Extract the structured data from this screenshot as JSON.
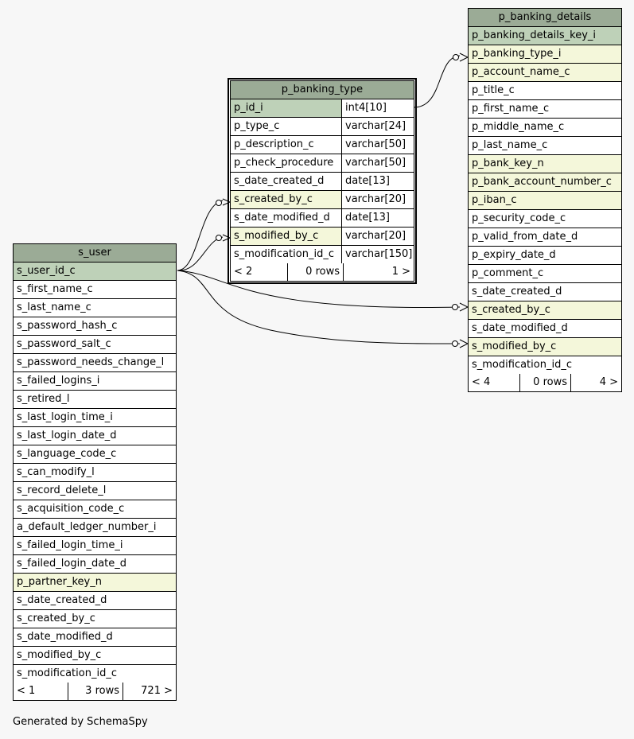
{
  "tables": {
    "p_banking_type": {
      "name": "p_banking_type",
      "columns": [
        {
          "name": "p_id_i",
          "type": "int4[10]",
          "key": "pk"
        },
        {
          "name": "p_type_c",
          "type": "varchar[24]",
          "key": ""
        },
        {
          "name": "p_description_c",
          "type": "varchar[50]",
          "key": ""
        },
        {
          "name": "p_check_procedure",
          "type": "varchar[50]",
          "key": ""
        },
        {
          "name": "s_date_created_d",
          "type": "date[13]",
          "key": ""
        },
        {
          "name": "s_created_by_c",
          "type": "varchar[20]",
          "key": "fk"
        },
        {
          "name": "s_date_modified_d",
          "type": "date[13]",
          "key": ""
        },
        {
          "name": "s_modified_by_c",
          "type": "varchar[20]",
          "key": "fk"
        },
        {
          "name": "s_modification_id_c",
          "type": "varchar[150]",
          "key": ""
        }
      ],
      "footer": {
        "parents": "< 2",
        "rows": "0 rows",
        "children": "1 >"
      }
    },
    "p_banking_details": {
      "name": "p_banking_details",
      "columns": [
        {
          "name": "p_banking_details_key_i",
          "key": "pk"
        },
        {
          "name": "p_banking_type_i",
          "key": "fk"
        },
        {
          "name": "p_account_name_c",
          "key": "fk"
        },
        {
          "name": "p_title_c",
          "key": ""
        },
        {
          "name": "p_first_name_c",
          "key": ""
        },
        {
          "name": "p_middle_name_c",
          "key": ""
        },
        {
          "name": "p_last_name_c",
          "key": ""
        },
        {
          "name": "p_bank_key_n",
          "key": "fk"
        },
        {
          "name": "p_bank_account_number_c",
          "key": "fk"
        },
        {
          "name": "p_iban_c",
          "key": "fk"
        },
        {
          "name": "p_security_code_c",
          "key": ""
        },
        {
          "name": "p_valid_from_date_d",
          "key": ""
        },
        {
          "name": "p_expiry_date_d",
          "key": ""
        },
        {
          "name": "p_comment_c",
          "key": ""
        },
        {
          "name": "s_date_created_d",
          "key": ""
        },
        {
          "name": "s_created_by_c",
          "key": "fk"
        },
        {
          "name": "s_date_modified_d",
          "key": ""
        },
        {
          "name": "s_modified_by_c",
          "key": "fk"
        },
        {
          "name": "s_modification_id_c",
          "key": ""
        }
      ],
      "footer": {
        "parents": "< 4",
        "rows": "0 rows",
        "children": "4 >"
      }
    },
    "s_user": {
      "name": "s_user",
      "columns": [
        {
          "name": "s_user_id_c",
          "key": "pk"
        },
        {
          "name": "s_first_name_c",
          "key": ""
        },
        {
          "name": "s_last_name_c",
          "key": ""
        },
        {
          "name": "s_password_hash_c",
          "key": ""
        },
        {
          "name": "s_password_salt_c",
          "key": ""
        },
        {
          "name": "s_password_needs_change_l",
          "key": ""
        },
        {
          "name": "s_failed_logins_i",
          "key": ""
        },
        {
          "name": "s_retired_l",
          "key": ""
        },
        {
          "name": "s_last_login_time_i",
          "key": ""
        },
        {
          "name": "s_last_login_date_d",
          "key": ""
        },
        {
          "name": "s_language_code_c",
          "key": ""
        },
        {
          "name": "s_can_modify_l",
          "key": ""
        },
        {
          "name": "s_record_delete_l",
          "key": ""
        },
        {
          "name": "s_acquisition_code_c",
          "key": ""
        },
        {
          "name": "a_default_ledger_number_i",
          "key": ""
        },
        {
          "name": "s_failed_login_time_i",
          "key": ""
        },
        {
          "name": "s_failed_login_date_d",
          "key": ""
        },
        {
          "name": "p_partner_key_n",
          "key": "fk"
        },
        {
          "name": "s_date_created_d",
          "key": ""
        },
        {
          "name": "s_created_by_c",
          "key": ""
        },
        {
          "name": "s_date_modified_d",
          "key": ""
        },
        {
          "name": "s_modified_by_c",
          "key": ""
        },
        {
          "name": "s_modification_id_c",
          "key": ""
        }
      ],
      "footer": {
        "parents": "< 1",
        "rows": "3 rows",
        "children": "721 >"
      }
    }
  },
  "credit": "Generated by SchemaSpy",
  "colors": {
    "header": "#9bab96",
    "primary_key": "#bed1b8",
    "foreign_key": "#f4f7da",
    "background": "#f7f7f7"
  }
}
